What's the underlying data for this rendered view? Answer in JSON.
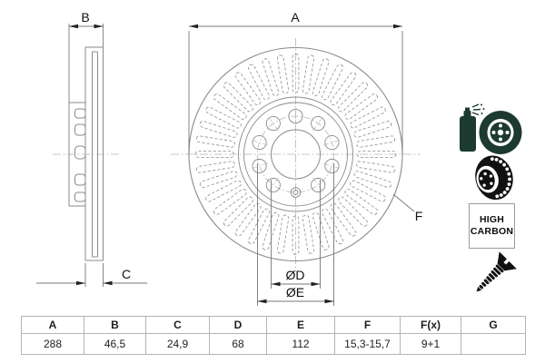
{
  "drawing": {
    "dim_labels": {
      "a": "A",
      "b": "B",
      "c": "C",
      "d": "ØD",
      "e": "ØE",
      "f": "F"
    }
  },
  "sidebar": {
    "accent_color": "#1c3a31",
    "high_carbon": {
      "line1": "HIGH",
      "line2": "CARBON"
    },
    "icons": [
      "spray-coated-disc-icon",
      "vented-disc-icon",
      "high-carbon-badge",
      "countersunk-screw-icon"
    ]
  },
  "table": {
    "headers": [
      "A",
      "B",
      "C",
      "D",
      "E",
      "F",
      "F(x)",
      "G"
    ],
    "values": [
      "288",
      "46,5",
      "24,9",
      "68",
      "112",
      "15,3-15,7",
      "9+1",
      ""
    ]
  }
}
